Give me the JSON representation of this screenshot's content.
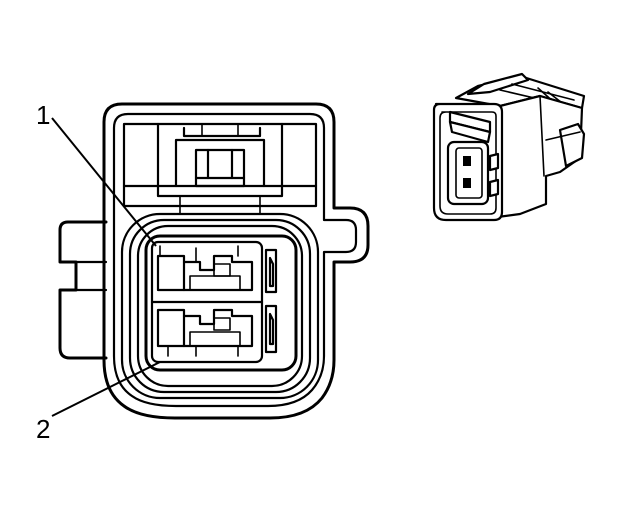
{
  "diagram": {
    "callouts": [
      {
        "label": "1",
        "target": "terminal-cavity-1"
      },
      {
        "label": "2",
        "target": "connector-seal"
      }
    ],
    "views": [
      "connector-face-view",
      "connector-isometric-view"
    ]
  }
}
